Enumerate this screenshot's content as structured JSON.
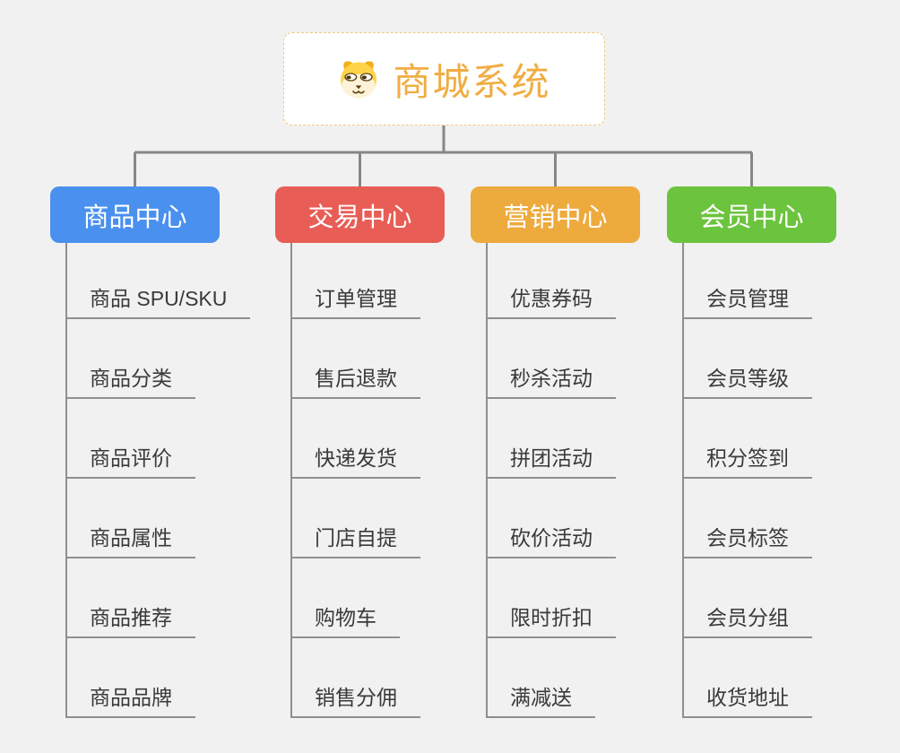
{
  "page": {
    "background": "#f1f1f1",
    "connector_color": "#888888"
  },
  "root": {
    "label": "商城系统",
    "icon": "dog-face-icon",
    "text_color": "#f0ad42",
    "border_color": "#f0c87e"
  },
  "branches": [
    {
      "label": "商品中心",
      "color": "#4a90ee",
      "children": [
        "商品 SPU/SKU",
        "商品分类",
        "商品评价",
        "商品属性",
        "商品推荐",
        "商品品牌"
      ]
    },
    {
      "label": "交易中心",
      "color": "#e85d55",
      "children": [
        "订单管理",
        "售后退款",
        "快递发货",
        "门店自提",
        "购物车",
        "销售分佣"
      ]
    },
    {
      "label": "营销中心",
      "color": "#edaa3d",
      "children": [
        "优惠券码",
        "秒杀活动",
        "拼团活动",
        "砍价活动",
        "限时折扣",
        "满减送"
      ]
    },
    {
      "label": "会员中心",
      "color": "#6cc43e",
      "children": [
        "会员管理",
        "会员等级",
        "积分签到",
        "会员标签",
        "会员分组",
        "收货地址"
      ]
    }
  ]
}
